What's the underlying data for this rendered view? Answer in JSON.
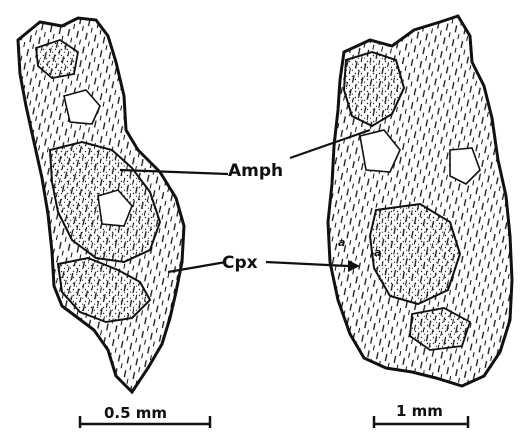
{
  "labels": {
    "amph": "Amph",
    "cpx": "Cpx",
    "inclusion_a": "a",
    "inclusion_b": "a"
  },
  "scale_bars": {
    "left": "0.5 mm",
    "right": "1 mm"
  }
}
